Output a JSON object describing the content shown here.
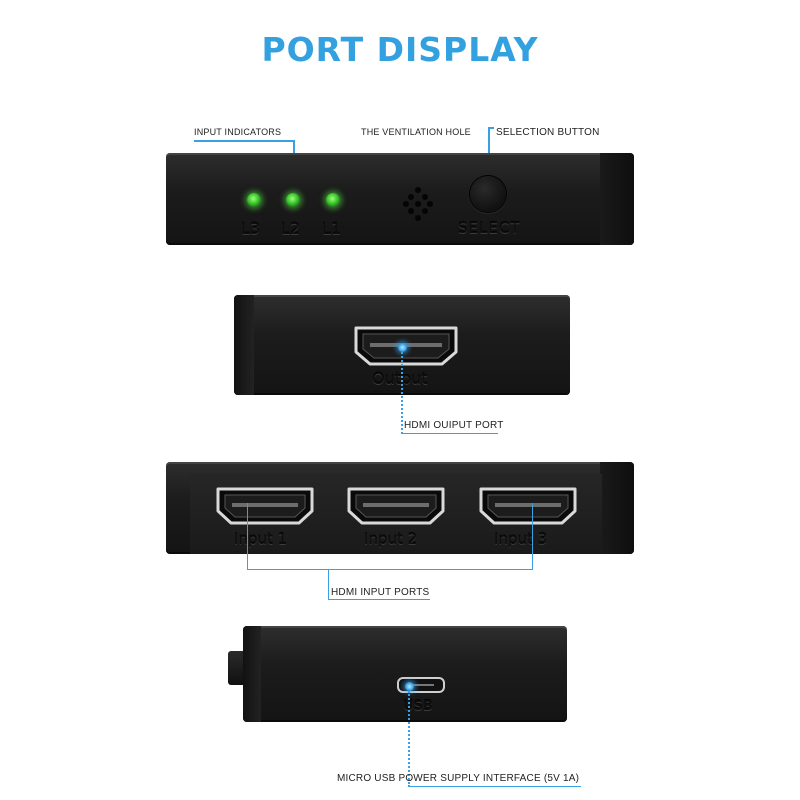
{
  "title": "PORT DISPLAY",
  "callouts": {
    "input_indicators": "INPUT INDICATORS",
    "ventilation_hole": "THE VENTILATION HOLE",
    "selection_button": "SELECTION BUTTON",
    "hdmi_output_port": "HDMI OUIPUT PORT",
    "hdmi_input_ports": "HDMI INPUT PORTS",
    "micro_usb": "MICRO USB POWER SUPPLY INTERFACE (5V 1A)"
  },
  "device_top": {
    "led_labels": [
      "L3",
      "L2",
      "L1"
    ],
    "select_label": "SELECT"
  },
  "device_output": {
    "port_label": "Output"
  },
  "device_inputs": {
    "port_labels": [
      "Input 1",
      "Input 2",
      "Input 3"
    ]
  },
  "device_usb": {
    "port_label": "USB"
  },
  "colors": {
    "accent": "#33a0e0",
    "led": "#4bd63a",
    "device": "#1c1c1c"
  }
}
